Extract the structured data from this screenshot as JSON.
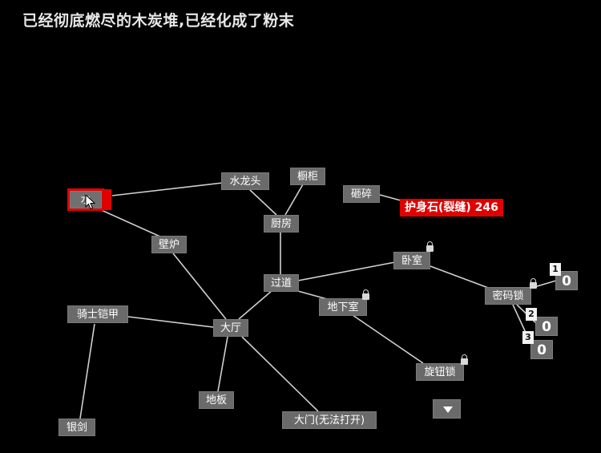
{
  "message": "已经彻底燃尽的木炭堆,已经化成了粉末",
  "nodes": {
    "water": "水",
    "faucet": "水龙头",
    "cabinet": "橱柜",
    "kitchen": "厨房",
    "rubble": "砸碎",
    "fireplace": "壁炉",
    "corridor": "过道",
    "bedroom": "卧室",
    "basement": "地下室",
    "code_lock": "密码锁",
    "knight_armor": "骑士铠甲",
    "hall": "大厅",
    "knob_lock": "旋钮锁",
    "floor": "地板",
    "main_door": "大门(无法打开)",
    "silver_sword": "银剑"
  },
  "item_badge": "护身石(裂缝) 246",
  "code_digits": [
    {
      "tag": "1",
      "value": "0"
    },
    {
      "tag": "2",
      "value": "0"
    },
    {
      "tag": "3",
      "value": "0"
    }
  ],
  "icons": {
    "lock": "lock-icon",
    "cursor": "mouse-pointer-icon",
    "dropdown": "triangle-down-icon"
  },
  "colors": {
    "background": "#000000",
    "node": "#6a6a6a",
    "highlight": "#e10000",
    "link": "#d0d0d0"
  }
}
